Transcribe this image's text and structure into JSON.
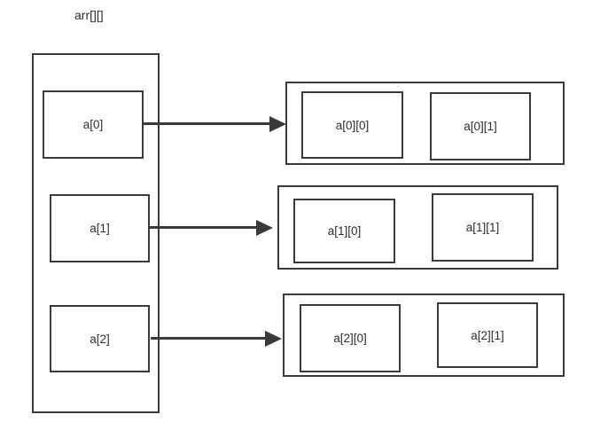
{
  "diagram": {
    "title": "arr[][]",
    "colors": {
      "line": "#3a3a3a",
      "text": "#2d2d2d",
      "background": "#ffffff"
    },
    "pointer_array": {
      "cells": [
        "a[0]",
        "a[1]",
        "a[2]"
      ]
    },
    "rows": [
      [
        "a[0][0]",
        "a[0][1]"
      ],
      [
        "a[1][0]",
        "a[1][1]"
      ],
      [
        "a[2][0]",
        "a[2][1]"
      ]
    ]
  }
}
